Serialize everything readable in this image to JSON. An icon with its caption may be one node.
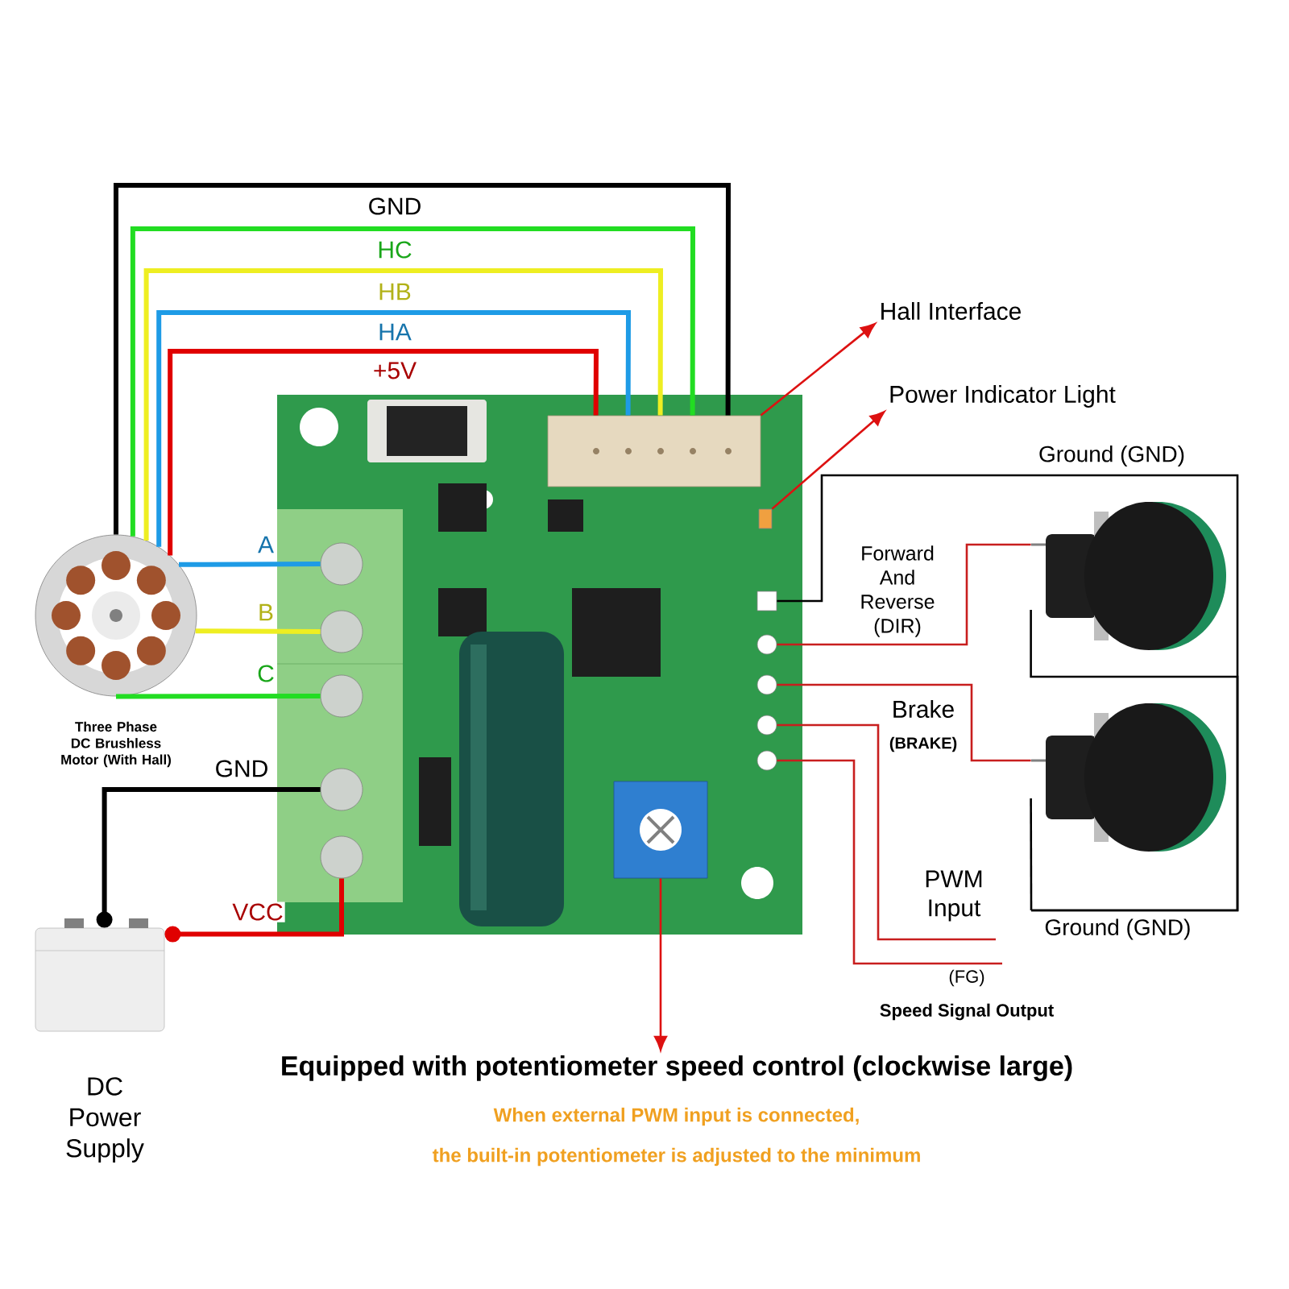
{
  "diagram": {
    "nodes": [
      {
        "text": [],
        "shape": "picture",
        "beside": [
          "Three Phase DC Brushless Motor (With Hall)"
        ]
      },
      {
        "text": [],
        "shape": "picture"
      },
      {
        "text": [],
        "shape": "box",
        "in": 1
      },
      {
        "text": [],
        "shape": "circle",
        "in": 1
      },
      {
        "text": [],
        "shape": "circle",
        "in": 1
      },
      {
        "text": [],
        "shape": "circle",
        "in": 1
      },
      {
        "text": [],
        "shape": "circle",
        "in": 1
      },
      {
        "text": [],
        "shape": "circle",
        "in": 1
      },
      {
        "text": [],
        "shape": "box",
        "in": 1
      },
      {
        "text": [],
        "shape": "box",
        "in": 1
      },
      {
        "text": [],
        "shape": "box",
        "in": 1
      },
      {
        "text": [],
        "shape": "circle",
        "in": 1
      },
      {
        "text": [],
        "shape": "circle",
        "in": 1
      },
      {
        "text": [],
        "shape": "circle",
        "in": 1
      },
      {
        "text": [],
        "shape": "circle",
        "in": 1
      },
      {
        "text": [],
        "shape": "picture",
        "beside": [
          "DC Power Supply"
        ]
      },
      {
        "text": [
          "Hall Interface"
        ]
      },
      {
        "text": [
          "Power Indicator Light"
        ]
      },
      {
        "text": [],
        "shape": "picture"
      },
      {
        "text": [],
        "shape": "picture"
      },
      {
        "text": [
          "Ground (GND)"
        ]
      },
      {
        "text": [
          "Equipped with potentiometer speed control (clockwise large)"
        ]
      }
    ],
    "edges": [
      {
        "from": 0,
        "to": 2,
        "arrow": "none",
        "label": "GND",
        "style": "thick",
        "color": "#000000"
      },
      {
        "from": 0,
        "to": 2,
        "arrow": "none",
        "label": "HC",
        "style": "thick",
        "color": "#22dd22"
      },
      {
        "from": 0,
        "to": 2,
        "arrow": "none",
        "label": "HB",
        "style": "thick",
        "color": "#eeee22"
      },
      {
        "from": 0,
        "to": 2,
        "arrow": "none",
        "label": "HA",
        "style": "thick",
        "color": "#1e9be6"
      },
      {
        "from": 0,
        "to": 2,
        "arrow": "none",
        "label": "+5V",
        "style": "thick",
        "color": "#e00000"
      },
      {
        "from": 0,
        "to": 3,
        "arrow": "none",
        "label": "A",
        "style": "thick",
        "color": "#1e9be6"
      },
      {
        "from": 0,
        "to": 4,
        "arrow": "none",
        "label": "B",
        "style": "thick",
        "color": "#eeee22"
      },
      {
        "from": 0,
        "to": 5,
        "arrow": "none",
        "label": "C",
        "style": "thick",
        "color": "#22dd22"
      },
      {
        "from": 15,
        "to": 6,
        "arrow": "other",
        "label": "GND",
        "style": "thick",
        "color": "#000000"
      },
      {
        "from": 15,
        "to": 7,
        "arrow": "other",
        "label": "VCC",
        "style": "thick",
        "color": "#e00000"
      },
      {
        "from": 2,
        "to": 16,
        "arrow": "to",
        "color": "#dd1111"
      },
      {
        "from": 8,
        "to": 17,
        "arrow": "to",
        "color": "#dd1111"
      },
      {
        "from": 9,
        "to": 21,
        "arrow": "to",
        "color": "#dd1111"
      },
      {
        "from": 10,
        "to": 20,
        "arrow": "none",
        "color": "#000000"
      },
      {
        "from": 11,
        "to": 18,
        "arrow": "none",
        "label": "Forward And Reverse (DIR)",
        "color": "#c81e1e"
      },
      {
        "from": 12,
        "to": 19,
        "arrow": "none",
        "label": "Brake",
        "color": "#c81e1e"
      },
      {
        "from": 13,
        "to": null,
        "arrow": "none",
        "label": "PWM Input",
        "color": "#c81e1e"
      },
      {
        "from": 14,
        "to": null,
        "arrow": "none",
        "label": "Speed Signal Output",
        "color": "#c81e1e"
      },
      {
        "from": 18,
        "to": 20,
        "arrow": "none",
        "color": "#000000"
      },
      {
        "from": 19,
        "to": 20,
        "arrow": "none",
        "color": "#000000"
      }
    ],
    "labels": [
      "Ground (GND)",
      "(BRAKE)",
      "(FG)",
      "When external PWM input is connected,",
      "the built-in potentiometer is adjusted to the minimum"
    ]
  }
}
